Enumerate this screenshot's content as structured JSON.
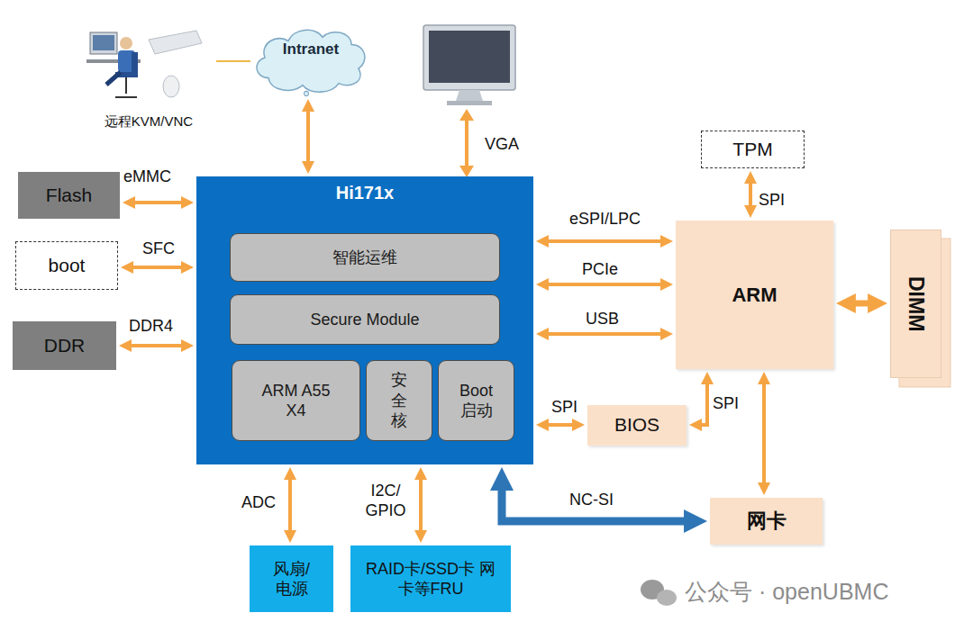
{
  "diagram": {
    "nodes": [
      {
        "text": [
          "远程KVM/VNC"
        ]
      },
      {
        "text": [
          "Intranet"
        ]
      },
      {
        "text": [
          "TPM"
        ]
      },
      {
        "text": [
          "Flash"
        ]
      },
      {
        "text": [
          "Hi171x"
        ]
      },
      {
        "text": [
          "智能运维"
        ],
        "in": 4
      },
      {
        "text": [
          "Secure Module"
        ],
        "in": 4
      },
      {
        "text": [
          "ARM A55 X4"
        ],
        "in": 4
      },
      {
        "text": [
          "安 全 核"
        ],
        "in": 4
      },
      {
        "text": [
          "Boot 启动"
        ],
        "in": 4
      },
      {
        "text": [
          "boot"
        ]
      },
      {
        "text": [
          "ARM"
        ]
      },
      {
        "text": [
          "DIMM"
        ]
      },
      {
        "text": [
          "DDR"
        ]
      },
      {
        "text": [
          "BIOS"
        ]
      },
      {
        "text": [
          "网卡"
        ]
      },
      {
        "text": [
          "风扇/ 电源"
        ]
      },
      {
        "text": [
          "RAID卡/SSD卡 网卡等FRU"
        ]
      }
    ],
    "edges": [
      {
        "from": 0,
        "to": 1,
        "arrow": "none"
      },
      {
        "from": 4,
        "to": 1,
        "arrow": "both"
      },
      {
        "from": 3,
        "to": 4,
        "label": "eMMC",
        "arrow": "both"
      },
      {
        "from": 10,
        "to": 4,
        "label": "SFC",
        "arrow": "both"
      },
      {
        "from": 13,
        "to": 4,
        "label": "DDR4",
        "arrow": "both"
      },
      {
        "from": 4,
        "to": 11,
        "label": "eSPI/LPC",
        "arrow": "both"
      },
      {
        "from": 4,
        "to": 11,
        "label": "PCIe",
        "arrow": "both"
      },
      {
        "from": 4,
        "to": 11,
        "label": "USB",
        "arrow": "both"
      },
      {
        "from": 2,
        "to": 11,
        "label": "SPI",
        "arrow": "both"
      },
      {
        "from": 11,
        "to": 12,
        "arrow": "both"
      },
      {
        "from": 4,
        "to": 14,
        "label": "SPI",
        "arrow": "both"
      },
      {
        "from": 11,
        "to": 14,
        "label": "SPI",
        "arrow": "both"
      },
      {
        "from": 11,
        "to": 15,
        "arrow": "both"
      },
      {
        "from": 4,
        "to": 15,
        "label": "NC-SI",
        "arrow": "both"
      },
      {
        "from": 4,
        "to": 16,
        "label": "ADC",
        "arrow": "both"
      },
      {
        "from": 4,
        "to": 17,
        "label": "I2C/ GPIO",
        "arrow": "both"
      }
    ],
    "labels": [
      "VGA",
      "公众号 · openUBMC"
    ]
  }
}
